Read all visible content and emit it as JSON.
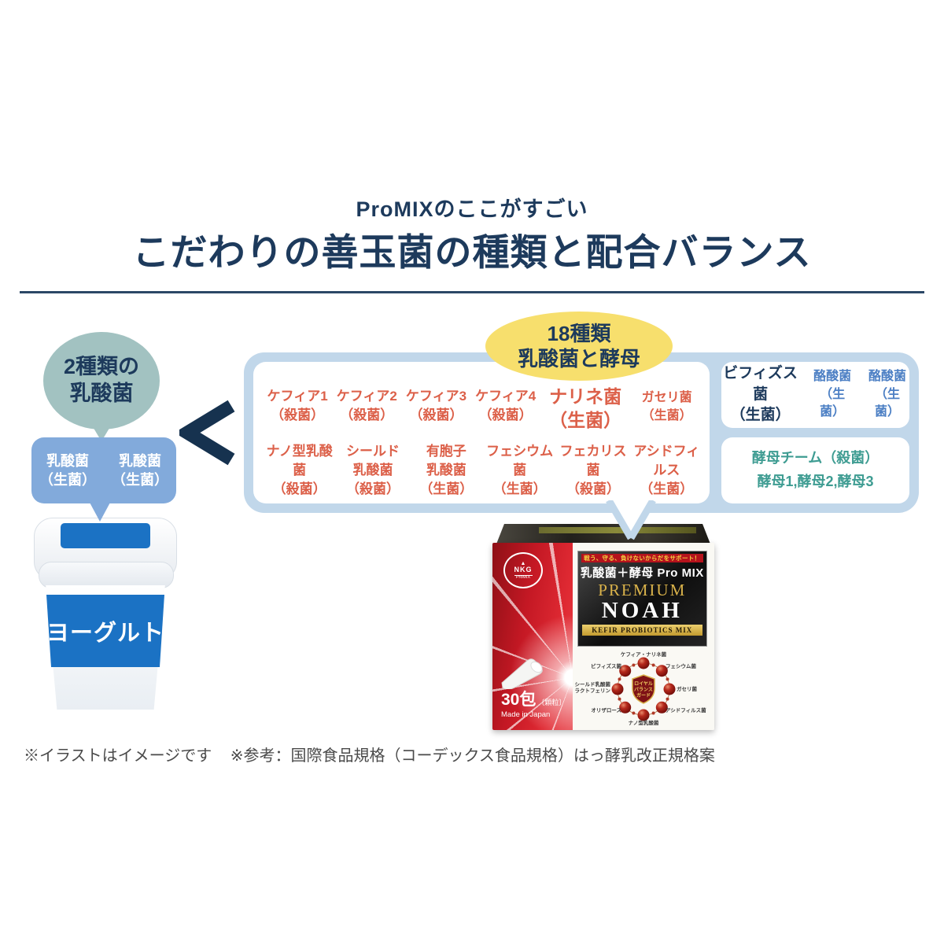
{
  "header": {
    "eyebrow": "ProMIXのここがすごい",
    "title": "こだわりの善玉菌の種類と配合バランス"
  },
  "yogurt": {
    "bubble_top": {
      "line1": "2種類の",
      "line2": "乳酸菌"
    },
    "bacteria": [
      {
        "name": "乳酸菌",
        "status": "（生菌）"
      },
      {
        "name": "乳酸菌",
        "status": "（生菌）"
      }
    ],
    "cup_label": "ヨーグルト"
  },
  "comparison": {
    "symbol": "<"
  },
  "promix_panel": {
    "badge": {
      "line1": "18種類",
      "line2": "乳酸菌と酵母"
    },
    "row1": [
      {
        "lines": [
          "ケフィア1",
          "（殺菌）"
        ]
      },
      {
        "lines": [
          "ケフィア2",
          "（殺菌）"
        ]
      },
      {
        "lines": [
          "ケフィア3",
          "（殺菌）"
        ]
      },
      {
        "lines": [
          "ケフィア4",
          "（殺菌）"
        ]
      },
      {
        "lines": [
          "ナリネ菌",
          "（生菌）"
        ]
      },
      {
        "lines": [
          "ガセリ菌",
          "（生菌）"
        ]
      }
    ],
    "row2": [
      {
        "lines": [
          "ナノ型乳酸菌",
          "（殺菌）"
        ]
      },
      {
        "lines": [
          "シールド",
          "乳酸菌",
          "（殺菌）"
        ]
      },
      {
        "lines": [
          "有胞子",
          "乳酸菌",
          "（生菌）"
        ]
      },
      {
        "lines": [
          "フェシウム菌",
          "（生菌）"
        ]
      },
      {
        "lines": [
          "フェカリス菌",
          "（殺菌）"
        ]
      },
      {
        "lines": [
          "アシドフィルス",
          "（生菌）"
        ]
      }
    ],
    "right_top": {
      "primary": {
        "lines": [
          "ビフィズス菌",
          "（生菌）"
        ]
      },
      "secondary": [
        {
          "lines": [
            "酪酸菌",
            "（生菌）"
          ]
        },
        {
          "lines": [
            "酪酸菌",
            "（生菌）"
          ]
        }
      ]
    },
    "right_bottom": {
      "line1": "酵母チーム（殺菌）",
      "line2": "酵母1,酵母2,酵母3"
    }
  },
  "product": {
    "brand_mark": "▲",
    "brand": "NKG",
    "brand_sub": "ProMIX",
    "tagline": "戦う、守る、負けないからだをサポート！",
    "series": "乳酸菌＋酵母 Pro MIX",
    "name_line1": "PREMIUM",
    "name_line2": "NOAH",
    "banner": "KEFIR PROBIOTICS MIX",
    "count": "30包",
    "count_sub": "〔顆粒〕",
    "origin": "Made in Japan",
    "diagram": {
      "center": [
        "ロイヤル",
        "バランス",
        "ガード"
      ],
      "label_top": "ケフィア・ナリネ菌",
      "label_top_right": "フェシウム菌",
      "label_right": "ガセリ菌",
      "label_bottom_right": "アシドフィルス菌",
      "label_bottom": "ナノ型乳酸菌",
      "label_bottom_left": "オリザロース",
      "label_left_1": "シールド乳酸菌",
      "label_left_2": "ラクトフェリン",
      "label_top_left": "ビフィズス菌"
    }
  },
  "footnotes": {
    "note1": "※イラストはイメージです",
    "note2": "※参考：国際食品規格（コーデックス食品規格）はっ酵乳改正規格案"
  },
  "colors": {
    "navy": "#1d3a5c",
    "accent_red_text": "#dc6049",
    "panel_blue": "#c1d7ea",
    "bubble_blue": "#82aadb",
    "teal_circle": "#a2c2c1",
    "badge_yellow": "#f7df6d",
    "butyric_blue_text": "#4c7fc4",
    "yeast_teal_text": "#3e9c92",
    "cup_blue": "#1b72c4",
    "box_red": "#c41824",
    "gold": "#d8b14a"
  }
}
